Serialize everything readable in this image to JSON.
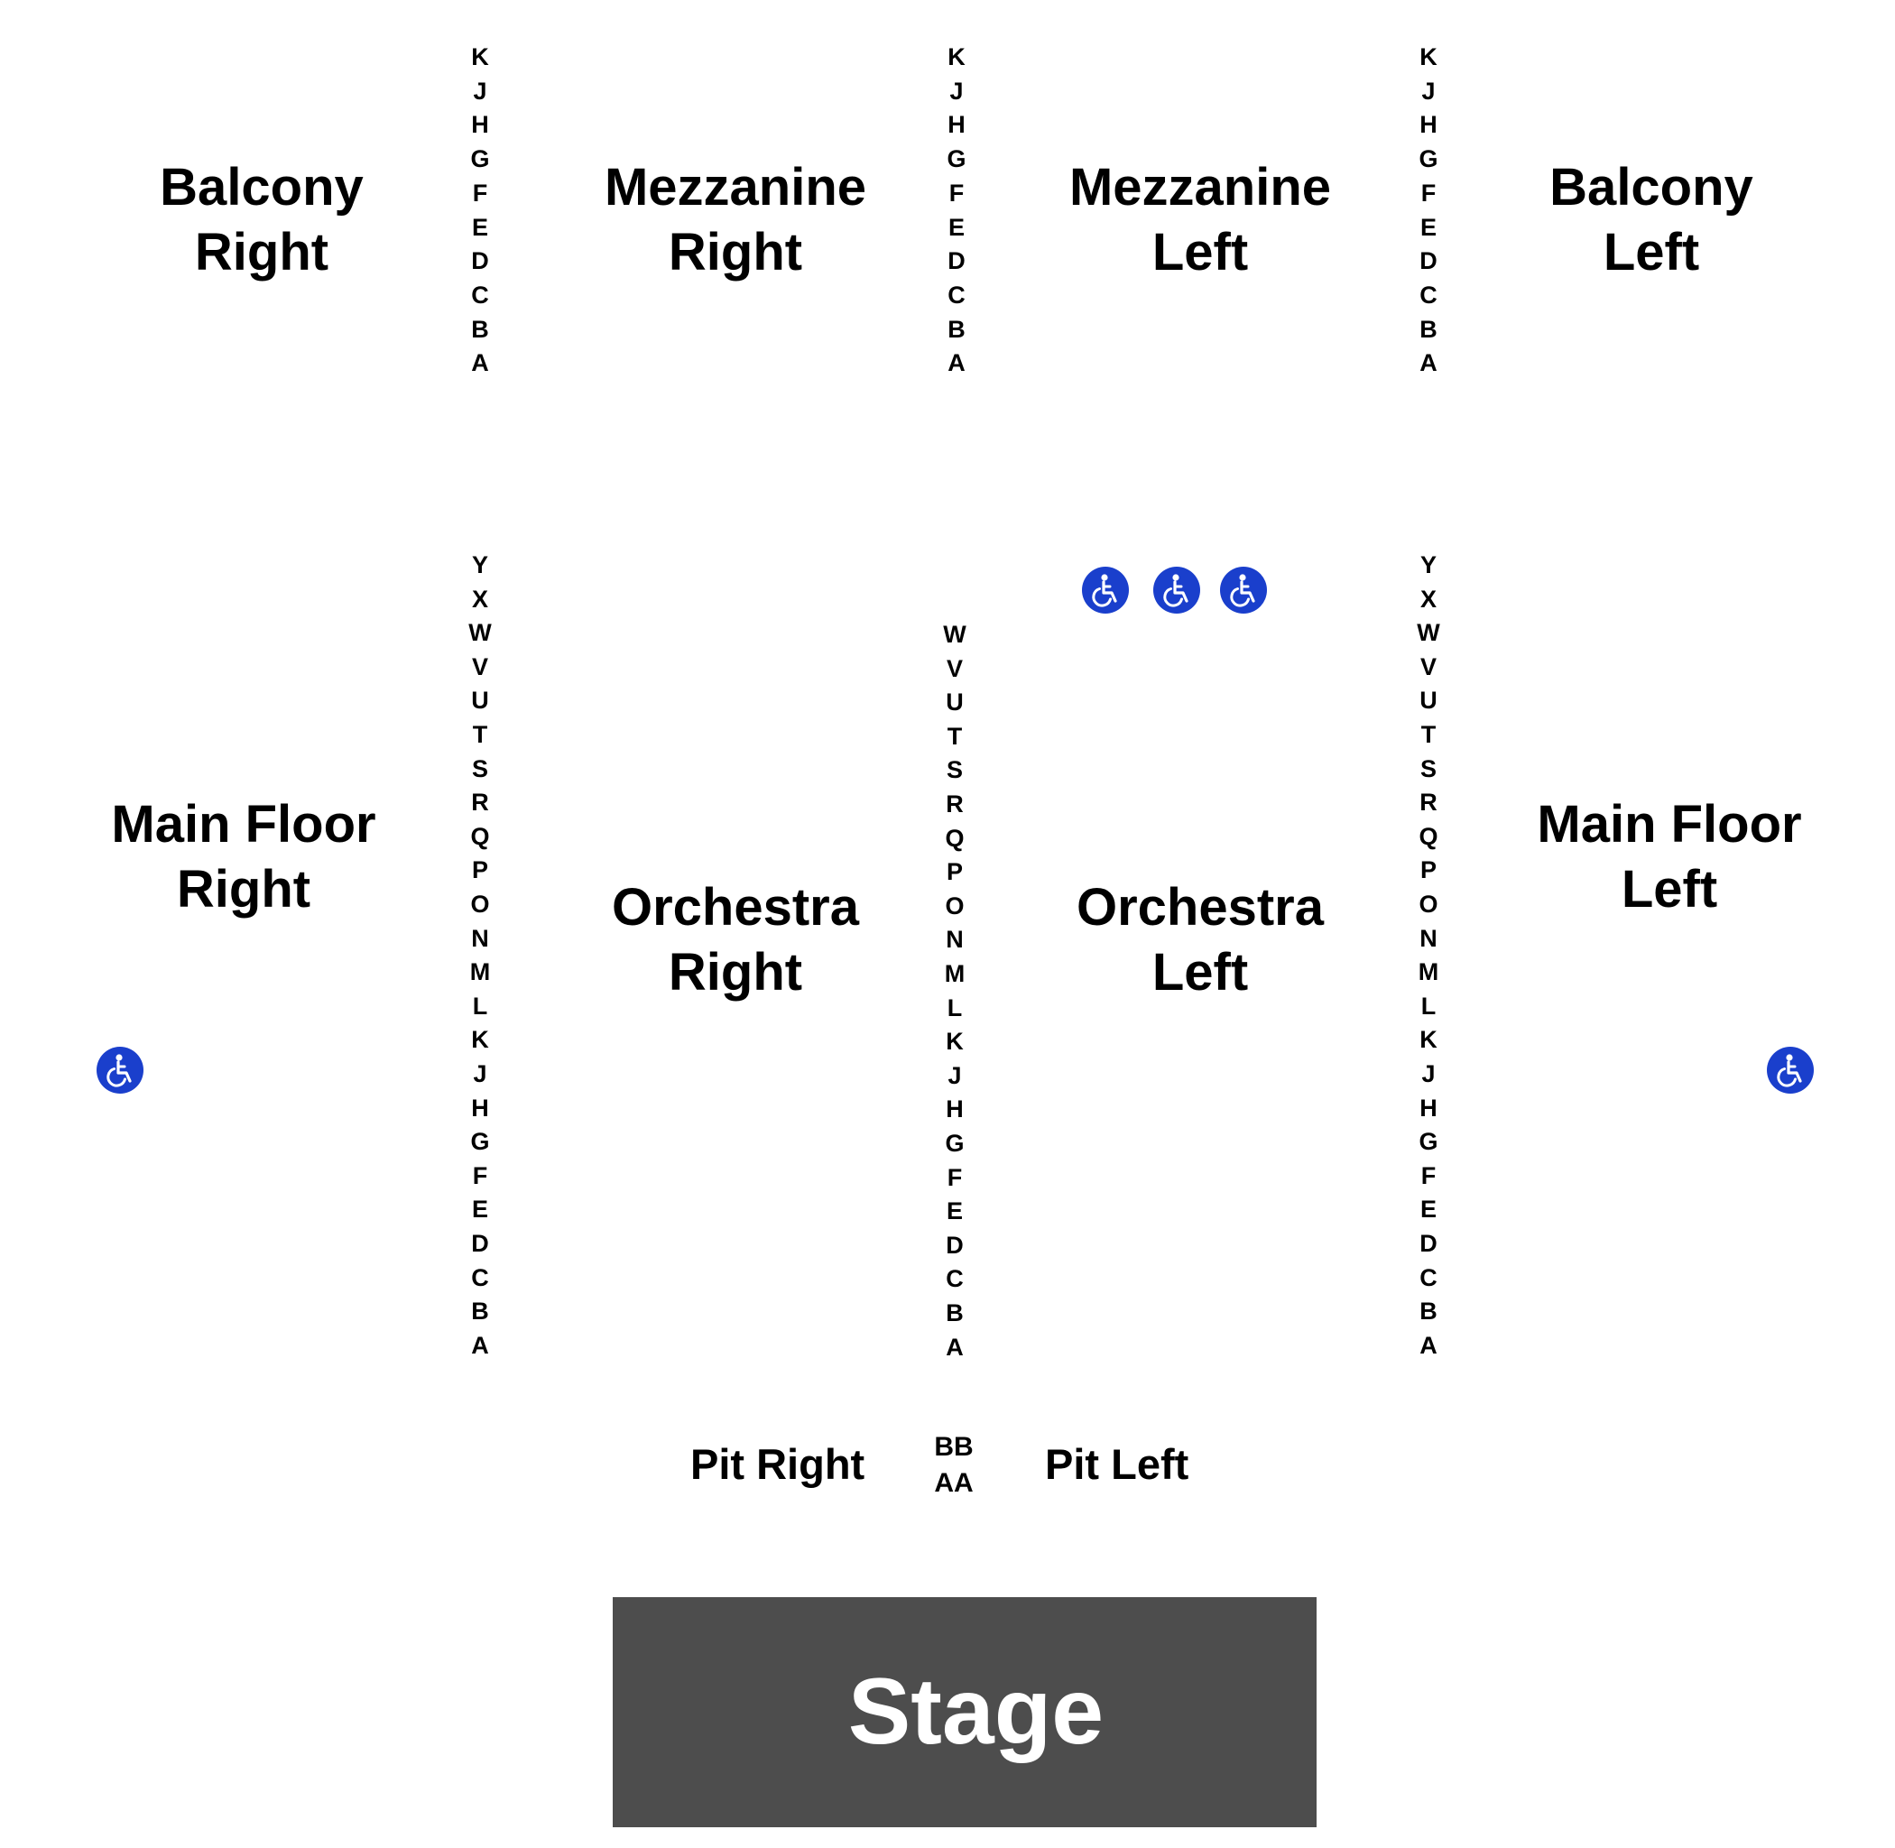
{
  "sections": {
    "balcony_right": [
      "Balcony",
      "Right"
    ],
    "mezzanine_right": [
      "Mezzanine",
      "Right"
    ],
    "mezzanine_left": [
      "Mezzanine",
      "Left"
    ],
    "balcony_left": [
      "Balcony",
      "Left"
    ],
    "main_floor_right": [
      "Main Floor",
      "Right"
    ],
    "orchestra_right": [
      "Orchestra",
      "Right"
    ],
    "orchestra_left": [
      "Orchestra",
      "Left"
    ],
    "main_floor_left": [
      "Main Floor",
      "Left"
    ]
  },
  "pit": {
    "right": "Pit Right",
    "left": "Pit Left",
    "rows": [
      "BB",
      "AA"
    ]
  },
  "stage": "Stage",
  "upper_rows": [
    "K",
    "J",
    "H",
    "G",
    "F",
    "E",
    "D",
    "C",
    "B",
    "A"
  ],
  "lower_rows_outer": [
    "Y",
    "X",
    "W",
    "V",
    "U",
    "T",
    "S",
    "R",
    "Q",
    "P",
    "O",
    "N",
    "M",
    "L",
    "K",
    "J",
    "H",
    "G",
    "F",
    "E",
    "D",
    "C",
    "B",
    "A"
  ],
  "lower_rows_center": [
    "W",
    "V",
    "U",
    "T",
    "S",
    "R",
    "Q",
    "P",
    "O",
    "N",
    "M",
    "L",
    "K",
    "J",
    "H",
    "G",
    "F",
    "E",
    "D",
    "C",
    "B",
    "A"
  ],
  "icons": {
    "accessible_seating": "wheelchair-icon"
  },
  "colors": {
    "stage": "#4d4d4d",
    "accessible": "#1a3fcc"
  }
}
